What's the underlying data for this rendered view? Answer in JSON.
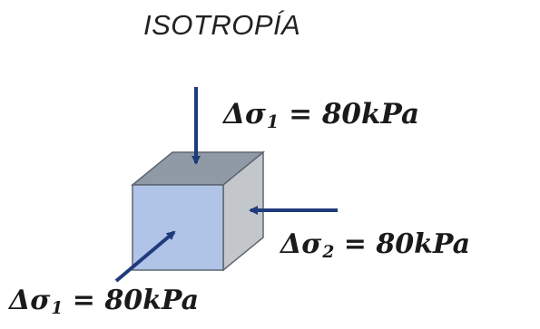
{
  "title": "ISOTROPÍA",
  "labels": {
    "top": {
      "prefix": "Δσ",
      "sub": "1",
      "suffix": " = 80kPa"
    },
    "right": {
      "prefix": "Δσ",
      "sub": "2",
      "suffix": " = 80kPa"
    },
    "bottom": {
      "prefix": "Δσ",
      "sub": "1",
      "suffix": " = 80kPa"
    }
  },
  "colors": {
    "cube_front": "#b0c4e8",
    "cube_top": "#909aa6",
    "cube_side": "#c3c6ca",
    "arrow": "#1f3b7a"
  }
}
